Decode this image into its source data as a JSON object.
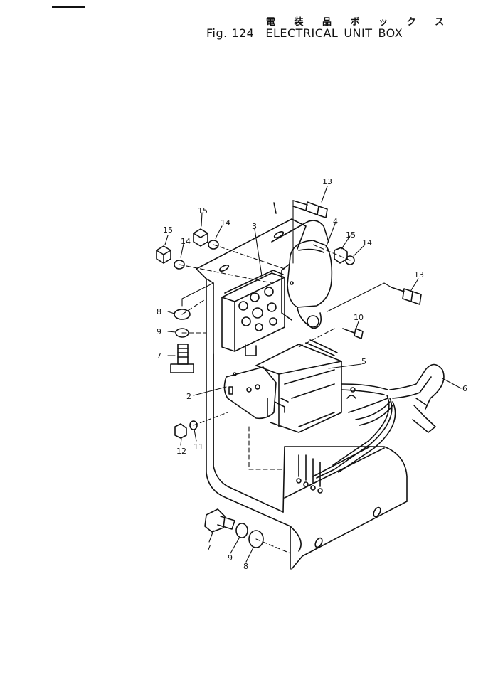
{
  "title_japanese": "電 装 品 ボ ッ ク ス",
  "title_figure": "Fig. 124",
  "title_words": [
    "ELECTRICAL",
    "UNIT",
    "BOX"
  ],
  "callouts": {
    "c1": "15",
    "c2": "14",
    "c3": "15",
    "c4": "14",
    "c5": "3",
    "c6": "13",
    "c7": "4",
    "c8": "15",
    "c9": "14",
    "c10": "13",
    "c11": "8",
    "c12": "9",
    "c13": "7",
    "c14": "10",
    "c15": "5",
    "c16": "6",
    "c17": "2",
    "c18": "12",
    "c19": "11",
    "c20": "7",
    "c21": "9",
    "c22": "8"
  }
}
